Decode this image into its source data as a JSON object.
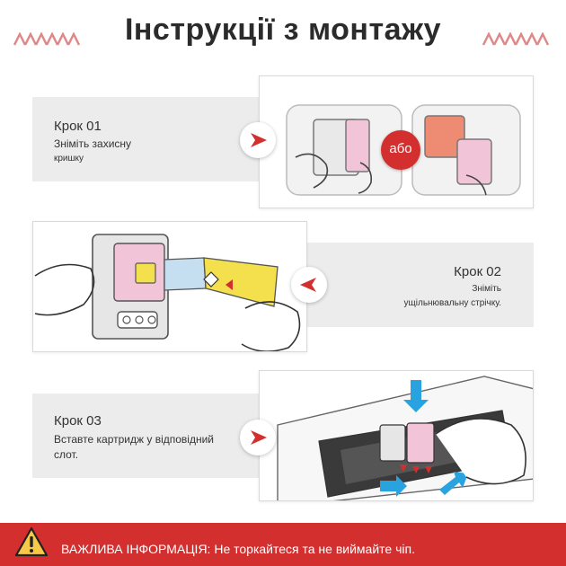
{
  "header": {
    "title": "Інструкції з монтажу"
  },
  "steps": [
    {
      "title": "Крок 01",
      "line1": "Зніміть захисну",
      "line2": "кришку"
    },
    {
      "title": "Крок 02",
      "line1": "Зніміть",
      "line2": "ущільнювальну стрічку."
    },
    {
      "title": "Крок 03",
      "line1": "Вставте картридж у відповідний",
      "line2": "слот."
    }
  ],
  "step1_image": {
    "or_label": "або"
  },
  "footer": {
    "text": "ВАЖЛИВА ІНФОРМАЦІЯ: Не торкайтеся та не виймайте чіп."
  },
  "colors": {
    "accent_red": "#d32f2f",
    "panel_gray": "#ececec",
    "pink": "#f2c4d8",
    "salmon": "#ee8b73",
    "yellow": "#f4e04d",
    "light_blue": "#c6dff0",
    "blue_arrow": "#29a3e0"
  }
}
